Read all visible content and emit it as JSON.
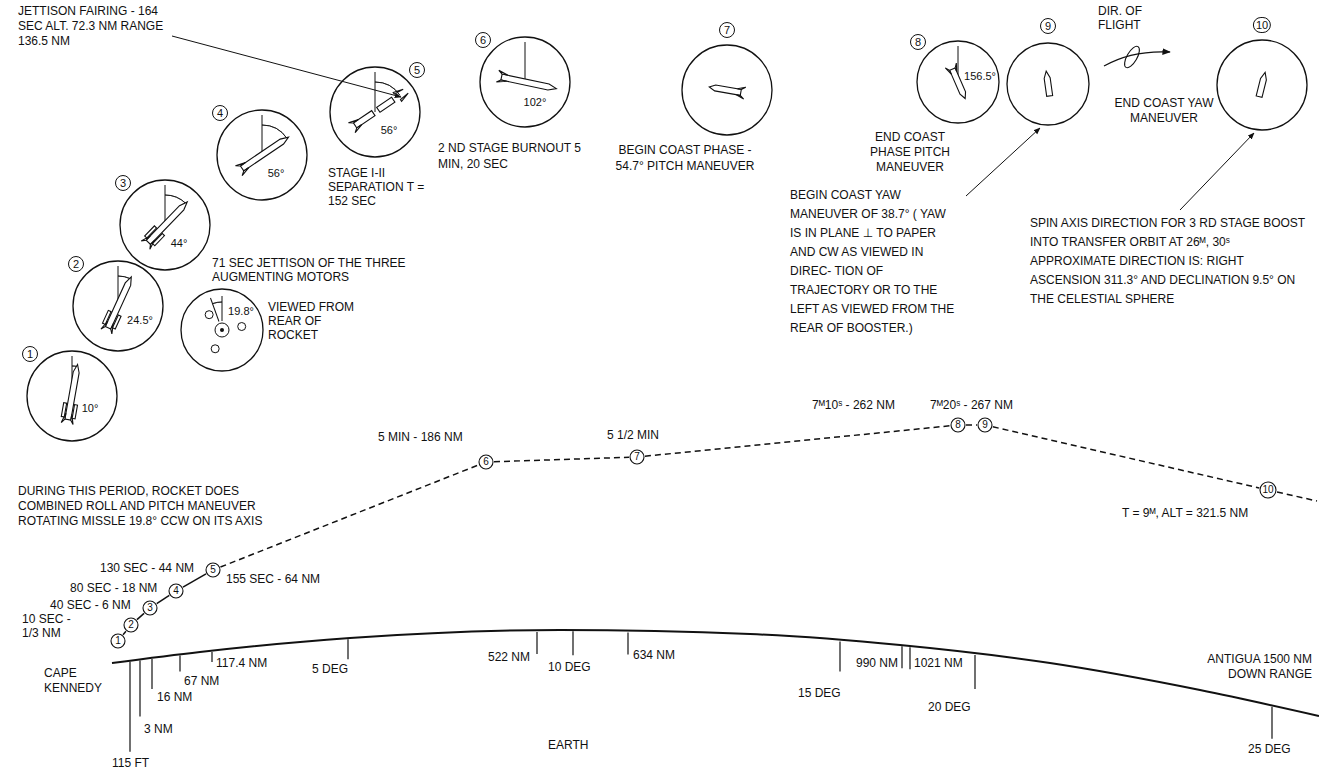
{
  "diagram": {
    "nodes": [
      {
        "text": [
          "1",
          "10°"
        ]
      },
      {
        "text": [
          "2",
          "24.5°"
        ]
      },
      {
        "text": [
          "3",
          "44°"
        ]
      },
      {
        "text": [
          "19.8°"
        ]
      },
      {
        "text": [
          "4",
          "56°"
        ]
      },
      {
        "text": [
          "5",
          "56°"
        ]
      },
      {
        "text": [
          "6",
          "102°"
        ]
      },
      {
        "text": [
          "7"
        ]
      },
      {
        "text": [
          "8",
          "156.5°"
        ]
      },
      {
        "text": [
          "9"
        ]
      },
      {
        "text": [
          "10"
        ]
      },
      {
        "text": [
          "1"
        ]
      },
      {
        "text": [
          "2"
        ]
      },
      {
        "text": [
          "3"
        ]
      },
      {
        "text": [
          "4"
        ]
      },
      {
        "text": [
          "5"
        ]
      },
      {
        "text": [
          "6"
        ]
      },
      {
        "text": [
          "7"
        ]
      },
      {
        "text": [
          "8"
        ]
      },
      {
        "text": [
          "9"
        ]
      },
      {
        "text": [
          "10"
        ]
      }
    ],
    "edges": [
      {
        "from": 11,
        "to": 12,
        "arrow": "none"
      },
      {
        "from": 12,
        "to": 13,
        "arrow": "none"
      },
      {
        "from": 13,
        "to": 14,
        "arrow": "none"
      },
      {
        "from": 14,
        "to": 15,
        "arrow": "none"
      },
      {
        "from": 15,
        "to": 16,
        "arrow": "none"
      },
      {
        "from": 16,
        "to": 17,
        "arrow": "none"
      },
      {
        "from": 17,
        "to": 18,
        "arrow": "none"
      },
      {
        "from": 18,
        "to": 19,
        "arrow": "none"
      },
      {
        "from": 19,
        "to": 20,
        "arrow": "none"
      }
    ],
    "labels": [
      "JETTISON FAIRING - 164 SEC ALT. 72.3 NM RANGE 136.5 NM",
      "STAGE I-II SEPARATION T = 152 SEC",
      "71 SEC JETTISON OF THE THREE AUGMENTING MOTORS",
      "VIEWED FROM REAR OF ROCKET",
      "DURING THIS PERIOD, ROCKET DOES COMBINED ROLL AND PITCH MANEUVER ROTATING MISSLE 19.8° CCW ON ITS AXIS",
      "2 ND STAGE BURNOUT 5 MIN, 20 SEC",
      "BEGIN COAST PHASE - 54.7° PITCH MANEUVER",
      "END COAST PHASE PITCH MANEUVER",
      "BEGIN COAST YAW MANEUVER OF 38.7° ( YAW IS IN PLANE ⊥ TO PAPER AND CW AS VIEWED IN DIREC- TION OF TRAJECTORY OR TO THE LEFT AS VIEWED FROM THE REAR OF BOOSTER.)",
      "DIR. OF FLIGHT",
      "END COAST YAW MANEUVER",
      "SPIN AXIS DIRECTION FOR 3 RD STAGE BOOST INTO TRANSFER ORBIT AT 26ᴹ, 30ˢ APPROXIMATE DIRECTION IS: RIGHT ASCENSION 311.3° AND DECLINATION 9.5° ON THE CELESTIAL SPHERE",
      "10 SEC - 1/3 NM",
      "40 SEC - 6 NM",
      "80 SEC - 18 NM",
      "130 SEC - 44 NM",
      "155 SEC - 64 NM",
      "5 MIN - 186 NM",
      "5 1/2 MIN",
      "7ᴹ10ˢ - 262 NM",
      "7ᴹ20ˢ - 267 NM",
      "T = 9ᴹ, ALT = 321.5 NM",
      "CAPE KENNEDY",
      "115 FT",
      "3 NM",
      "16 NM",
      "67 NM",
      "117.4 NM",
      "5 DEG",
      "522 NM",
      "10 DEG",
      "634 NM",
      "15 DEG",
      "990 NM",
      "1021 NM",
      "20 DEG",
      "EARTH",
      "ANTIGUA 1500 NM DOWN RANGE",
      "25 DEG"
    ]
  }
}
